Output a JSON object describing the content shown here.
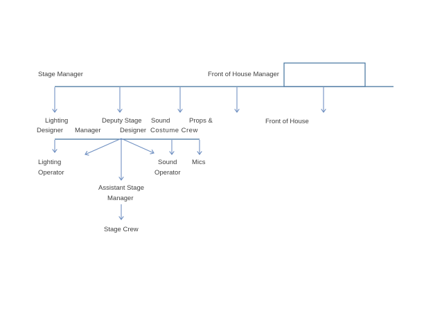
{
  "colors": {
    "background": "#FFFFFF",
    "line": "#41719C",
    "box_border": "#41719C",
    "arrow": "#7191C2",
    "text": "#3F3F3F"
  },
  "org_chart": {
    "type": "organizational-chart",
    "level1": {
      "stage_manager": "Stage Manager",
      "front_of_house_manager": "Front of House Manager"
    },
    "level2": {
      "lighting_designer_line1": "Lighting",
      "lighting_designer_line2": "Designer",
      "deputy_stage_manager_line1": "Deputy Stage",
      "deputy_stage_manager_line2": "Manager",
      "sound_designer_line1": "Sound",
      "sound_designer_line2": "Designer",
      "props_costume_crew_line1": "Props &",
      "props_costume_crew_line2": "Costume Crew",
      "front_of_house": "Front of House"
    },
    "level3": {
      "lighting_operator_line1": "Lighting",
      "lighting_operator_line2": "Operator",
      "sound_operator_line1": "Sound",
      "sound_operator_line2": "Operator",
      "mics": "Mics",
      "assistant_stage_manager_line1": "Assistant Stage",
      "assistant_stage_manager_line2": "Manager"
    },
    "level4": {
      "stage_crew": "Stage Crew"
    }
  }
}
